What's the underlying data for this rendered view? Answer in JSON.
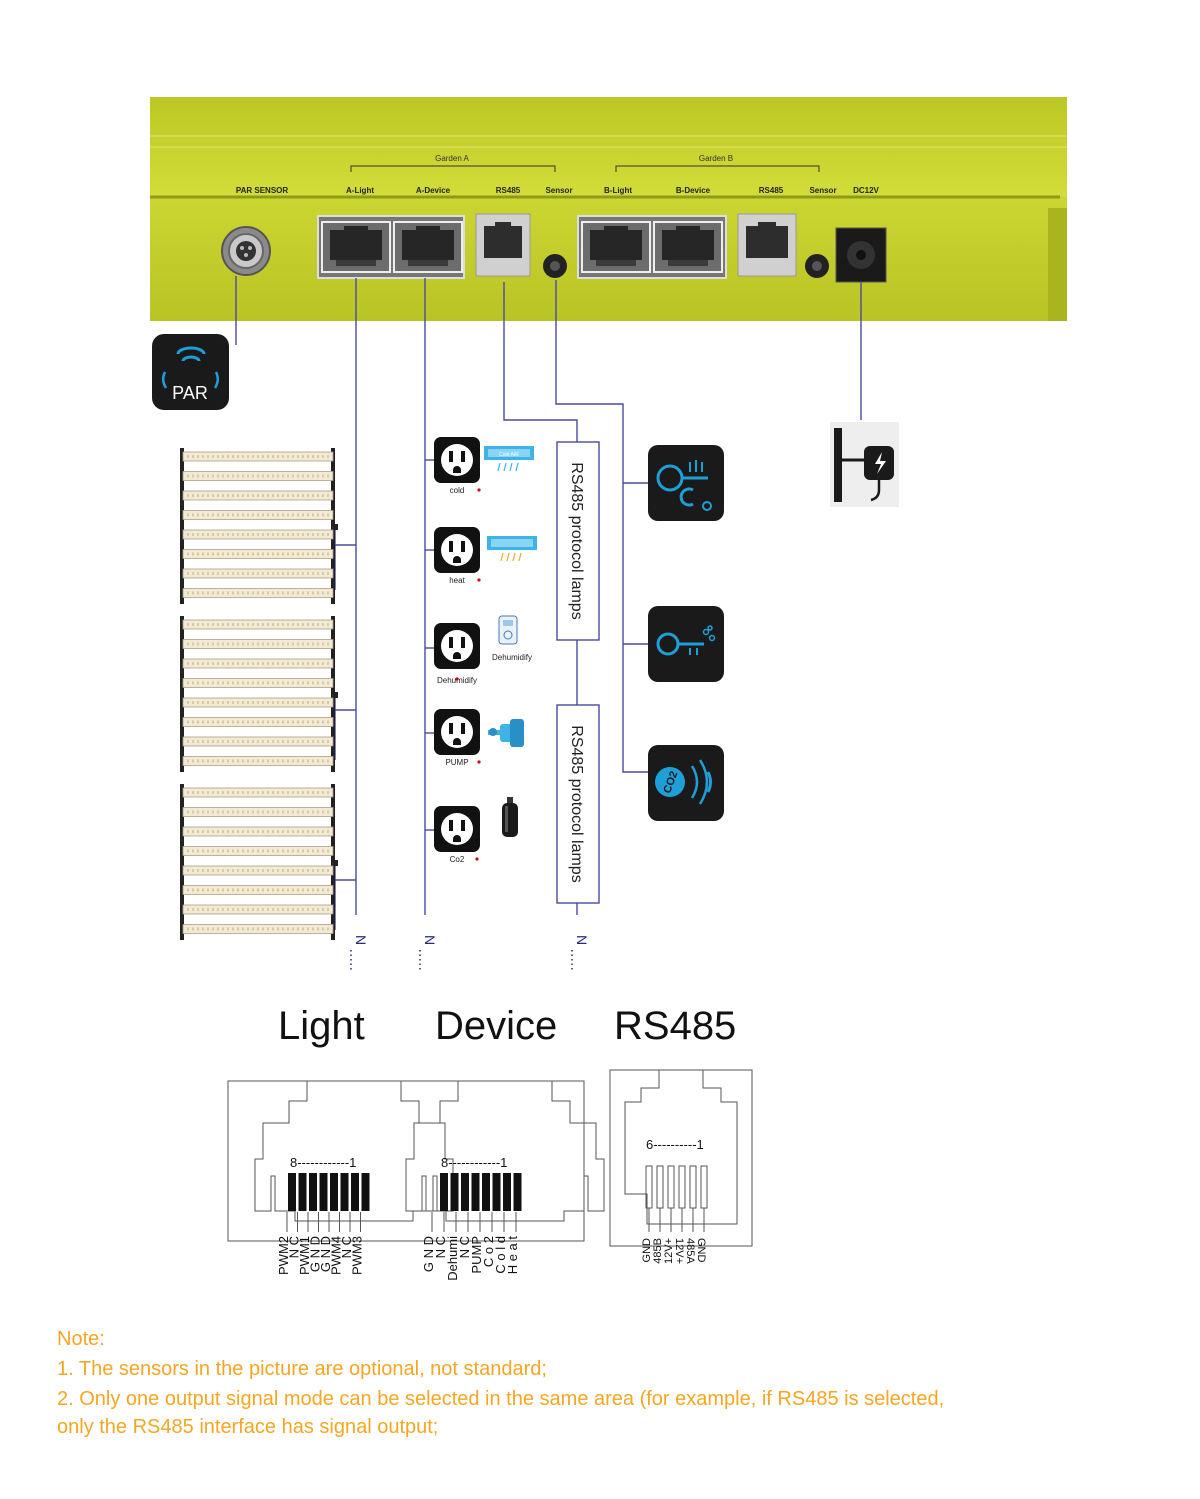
{
  "device": {
    "body_color": "#c9d52a",
    "group_a": "Garden A",
    "group_b": "Garden B",
    "ports": {
      "par_sensor": "PAR SENSOR",
      "a_light": "A-Light",
      "a_device": "A-Device",
      "rs485_a": "RS485",
      "sensor_a": "Sensor",
      "b_light": "B-Light",
      "b_device": "B-Device",
      "rs485_b": "RS485",
      "sensor_b": "Sensor",
      "dc12v": "DC12V"
    }
  },
  "par_icon_label": "PAR",
  "sockets": [
    {
      "label": "cold",
      "appliance_text": "Cold AIR"
    },
    {
      "label": "heat",
      "appliance_text": ""
    },
    {
      "label": "Dehumidify",
      "appliance_text": "Dehumidify"
    },
    {
      "label": "PUMP",
      "appliance_text": ""
    },
    {
      "label": "Co2",
      "appliance_text": ""
    }
  ],
  "rs485_lamp_labels": [
    "RS485 protocol lamps",
    "RS485 protocol lamps"
  ],
  "chain_end": "N",
  "sensor_icons": [
    "temperature-sensor-icon",
    "humidity-sensor-icon",
    "co2-sensor-icon"
  ],
  "co2_text": "CO2",
  "pinout": {
    "titles": {
      "light": "Light",
      "device": "Device",
      "rs485": "RS485"
    },
    "light_range": "8------------1",
    "device_range": "8------------1",
    "rs485_range": "6----------1",
    "light_pins": [
      "PWM2",
      "N C",
      "PWM1",
      "G N D",
      "G N D",
      "PWM4",
      "N C",
      "PWM3"
    ],
    "device_pins": [
      "G N D",
      "N C",
      "Dehumi",
      "N C",
      "PUMP",
      "C o 2",
      "C o l d",
      "H e a t"
    ],
    "rs485_pins": [
      "12V+",
      "485B",
      "GND",
      "GND",
      "485A",
      "12V+"
    ]
  },
  "notes": {
    "heading": "Note:",
    "line1": "1. The sensors in the picture are optional, not standard;",
    "line2": "2. Only one output signal mode can be selected in the same area (for example, if RS485 is selected,",
    "line3": "only the RS485 interface has signal output;"
  },
  "colors": {
    "wire": "#4a4aa0",
    "icon_bg": "#1a1a1a",
    "icon_accent": "#1e9fd8",
    "note": "#f5a623",
    "socket_dot": "#d0021b"
  }
}
